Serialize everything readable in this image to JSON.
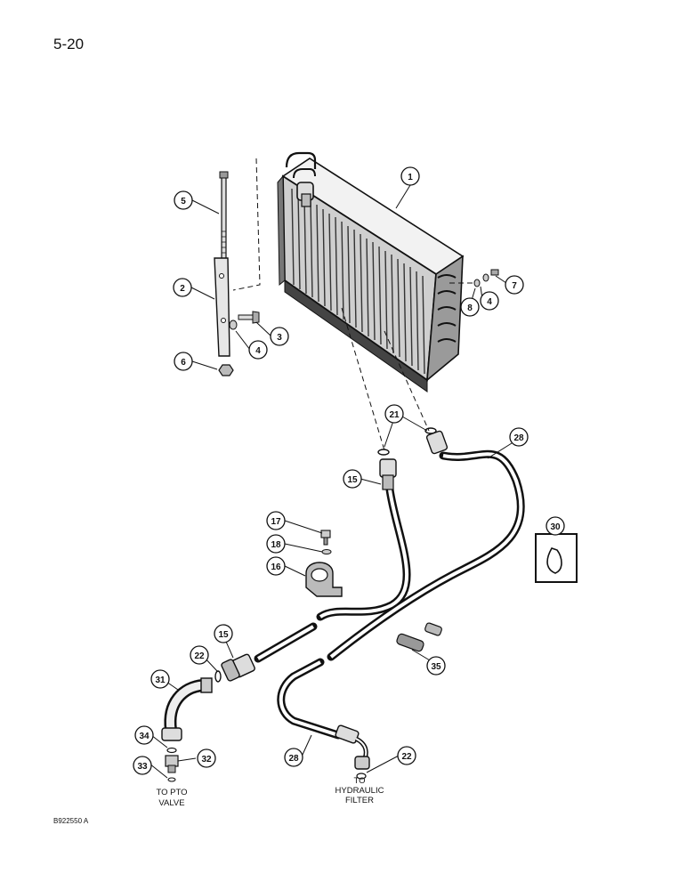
{
  "page": {
    "number": "5-20",
    "figure_code": "B922550 A"
  },
  "callouts": {
    "c1": "1",
    "c2": "2",
    "c3": "3",
    "c4a": "4",
    "c4b": "4",
    "c5": "5",
    "c6": "6",
    "c7": "7",
    "c8": "8",
    "c15a": "15",
    "c15b": "15",
    "c16": "16",
    "c17": "17",
    "c18": "18",
    "c21": "21",
    "c22a": "22",
    "c22b": "22",
    "c28a": "28",
    "c28b": "28",
    "c30": "30",
    "c31": "31",
    "c32": "32",
    "c33": "33",
    "c34": "34",
    "c35": "35"
  },
  "destinations": {
    "pto": {
      "line1": "TO PTO",
      "line2": "VALVE"
    },
    "hydraulic": {
      "line1": "TO",
      "line2": "HYDRAULIC",
      "line3": "FILTER"
    }
  },
  "colors": {
    "ink": "#111111",
    "paper": "#ffffff",
    "shade": "#555555"
  }
}
